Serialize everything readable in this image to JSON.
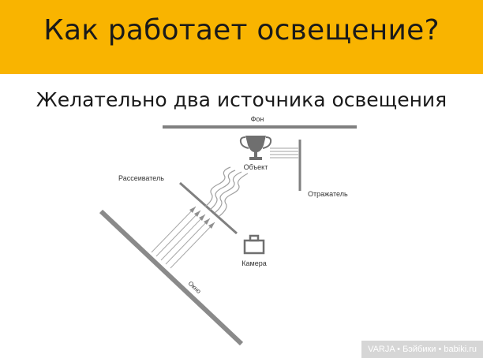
{
  "header": {
    "title": "Как работает освещение?"
  },
  "subtitle": "Желательно два источника освещения",
  "diagram": {
    "labels": {
      "background": "Фон",
      "object": "Объект",
      "diffuser": "Рассеиватель",
      "reflector": "Отражатель",
      "camera": "Камера",
      "window": "Окно"
    }
  },
  "watermark": "VARJA • Бэйбики • babiki.ru",
  "colors": {
    "header": "#f9b400",
    "lines": "#777777"
  }
}
